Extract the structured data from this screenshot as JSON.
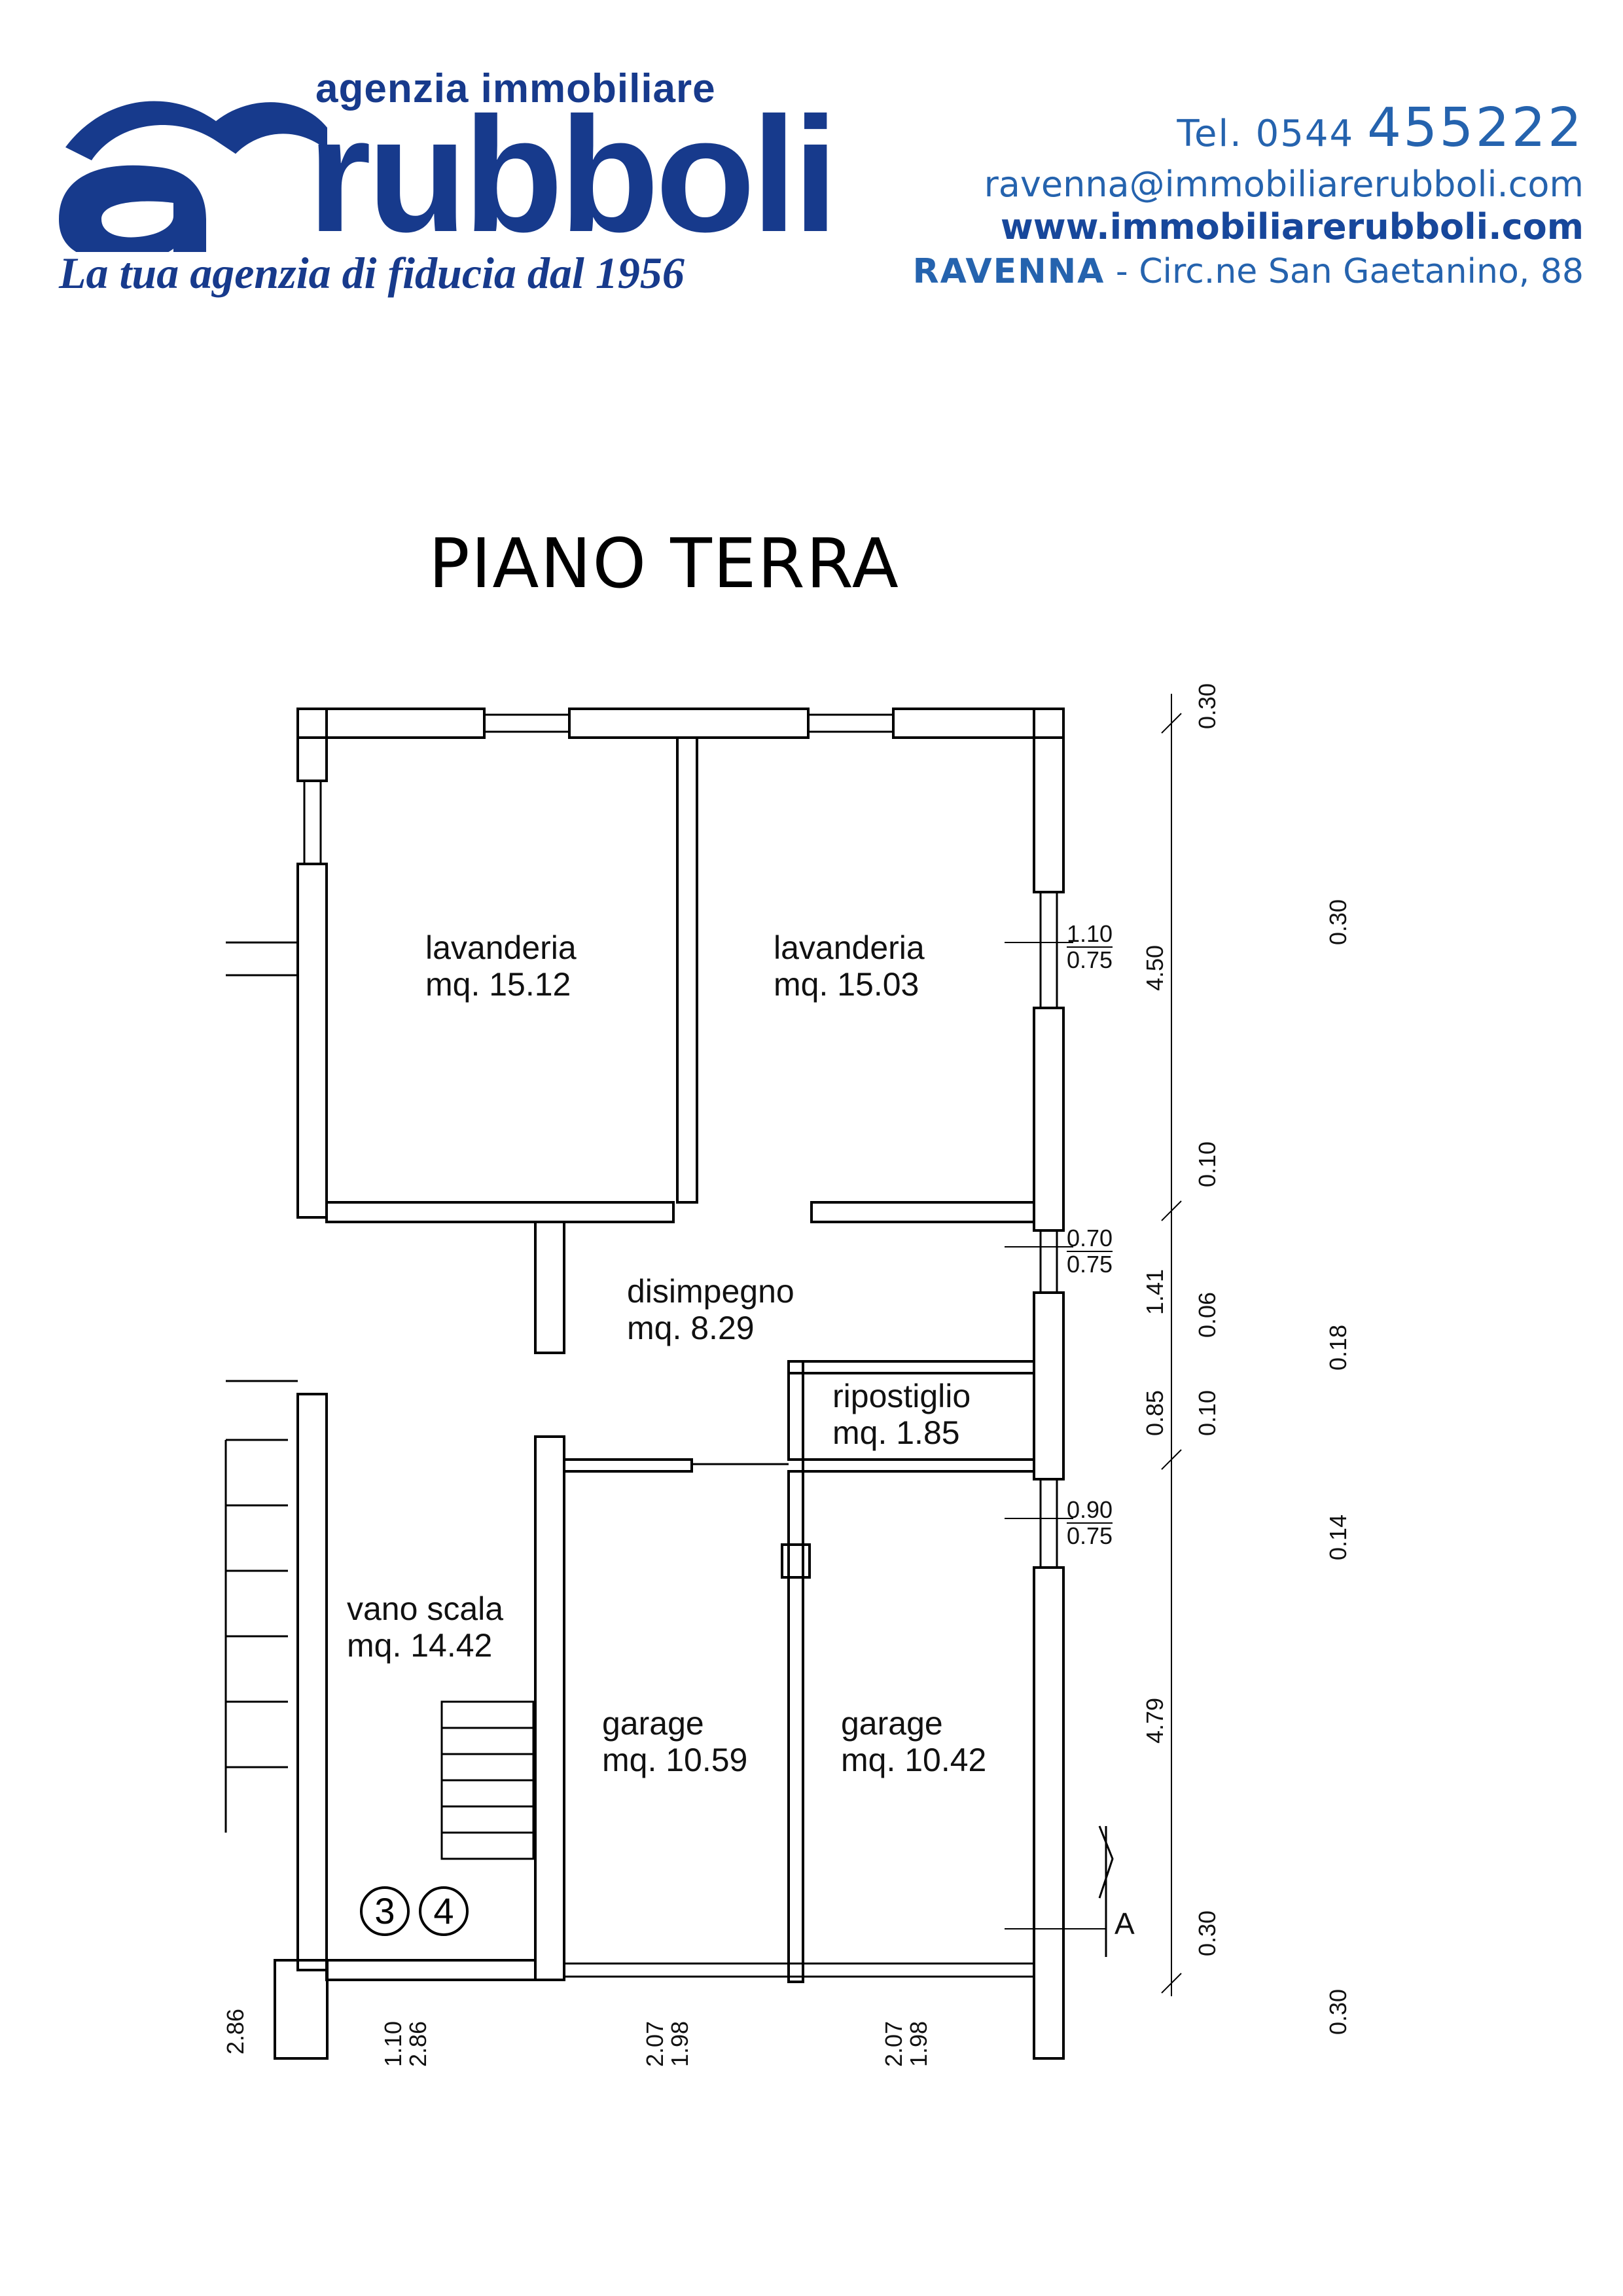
{
  "header": {
    "logo": {
      "monogram": "a",
      "agency_name": "agenzia immobiliare",
      "brand_name": "rubboli"
    },
    "tagline": "La tua agenzia di fiducia dal 1956",
    "contact": {
      "phone_prefix": "Tel. 0544",
      "phone_number": "455222",
      "email": "ravenna@immobiliarerubboli.com",
      "website": "www.immobiliarerubboli.com",
      "city": "RAVENNA",
      "address": " - Circ.ne San Gaetanino, 88"
    },
    "colors": {
      "brand": "#173a8c",
      "contact": "#2563ae"
    }
  },
  "title": "PIANO TERRA",
  "rooms": [
    {
      "name": "lavanderia",
      "area": "mq. 15.12"
    },
    {
      "name": "lavanderia",
      "area": "mq. 15.03"
    },
    {
      "name": "disimpegno",
      "area": "mq. 8.29"
    },
    {
      "name": "ripostiglio",
      "area": "mq. 1.85"
    },
    {
      "name": "vano scala",
      "area": "mq. 14.42"
    },
    {
      "name": "garage",
      "area": "mq. 10.59"
    },
    {
      "name": "garage",
      "area": "mq. 10.42"
    }
  ],
  "window_dims": [
    {
      "width": "1.10",
      "height": "0.75"
    },
    {
      "width": "0.70",
      "height": "0.75"
    },
    {
      "width": "0.90",
      "height": "0.75"
    }
  ],
  "right_dims": {
    "inner": [
      "4.50",
      "1.41",
      "0.85",
      "4.79"
    ],
    "mid": [
      "0.30",
      "0.10",
      "0.06",
      "0.10",
      "0.30"
    ],
    "outer": [
      "0.30",
      "0.18",
      "0.14",
      "0.30"
    ]
  },
  "bottom_dims": [
    {
      "width": "1.10",
      "height": "2.86"
    },
    {
      "width": "2.07",
      "height": "1.98"
    },
    {
      "width": "2.07",
      "height": "1.98"
    }
  ],
  "bottom_partial": "2.86",
  "section_label": "A",
  "markers": [
    "3",
    "4"
  ]
}
